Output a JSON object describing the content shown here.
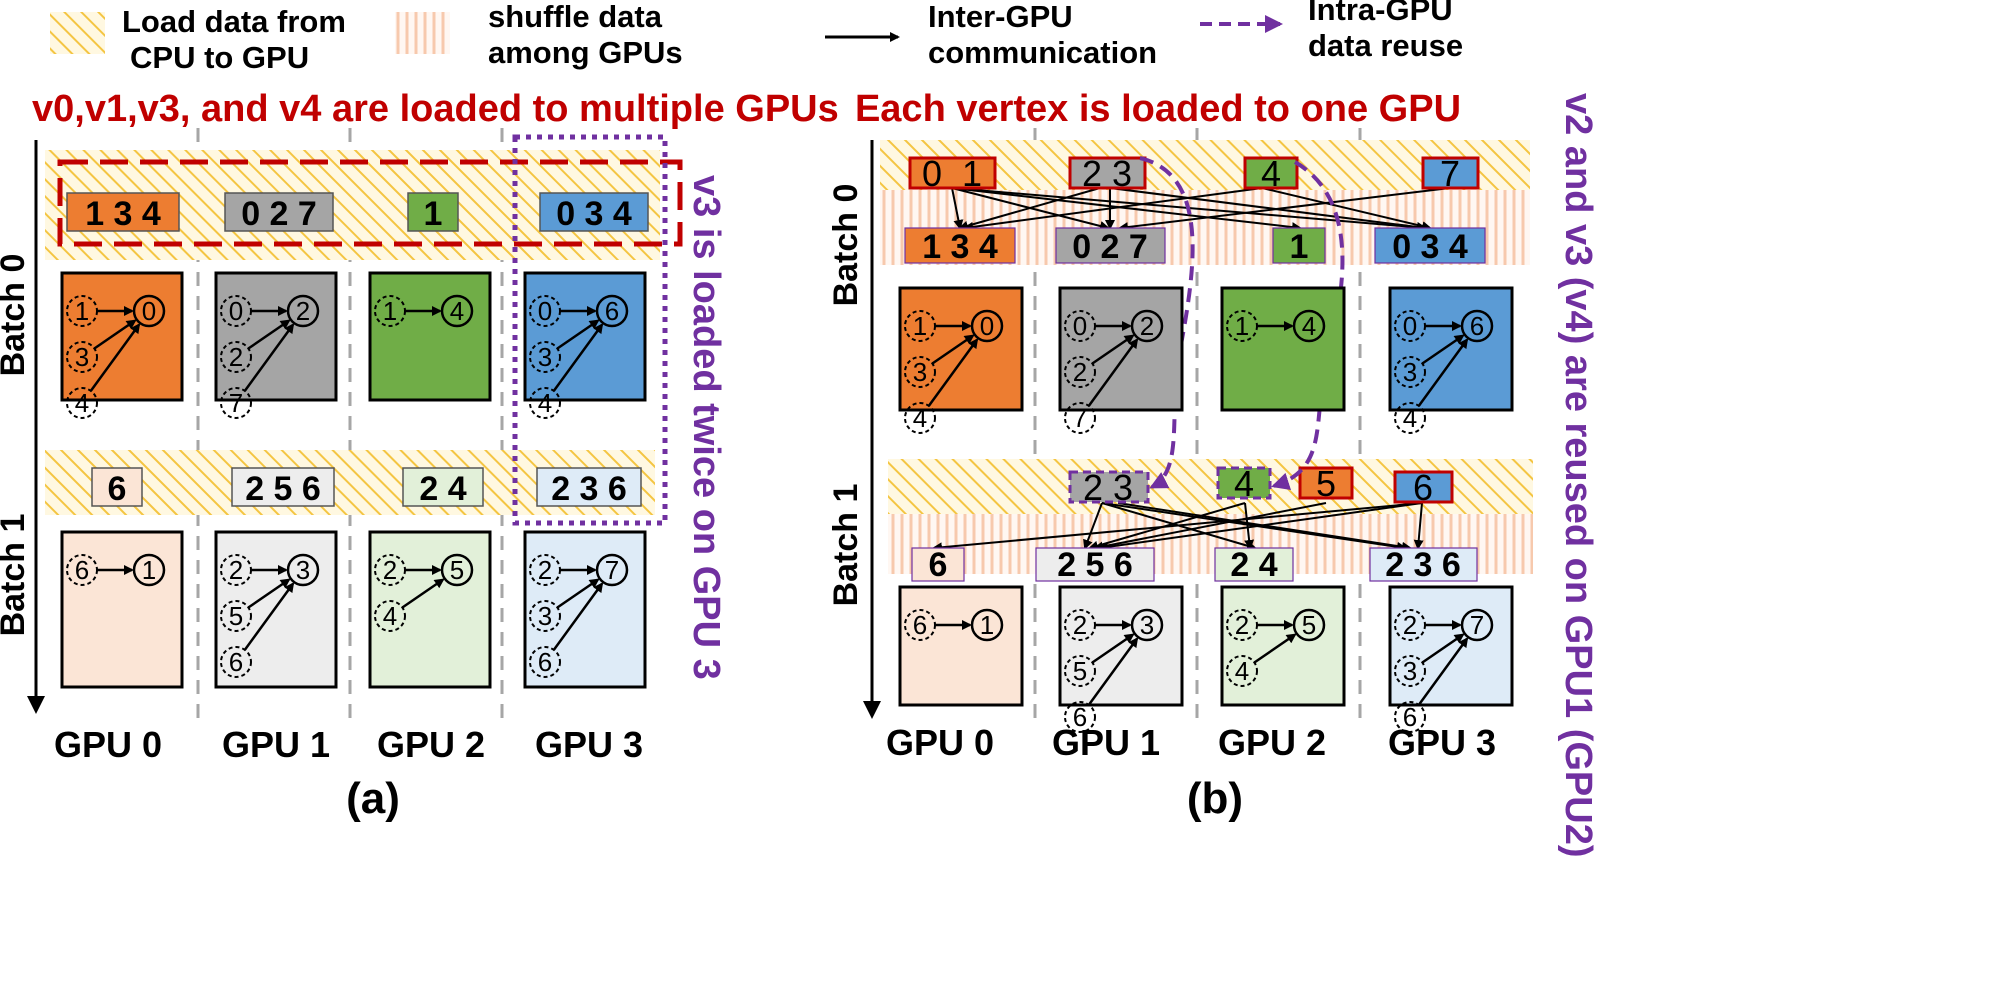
{
  "legend": {
    "load": "Load data from\nCPU to GPU",
    "shuffle": "shuffle data\namong GPUs",
    "inter_gpu": "Inter-GPU\ncommunication",
    "intra_gpu": "Intra-GPU\ndata reuse"
  },
  "panel_a": {
    "title": "v0,v1,v3, and v4 are loaded to multiple GPUs",
    "side_note": "v3 is loaded twice on GPU 3",
    "label": "(a)"
  },
  "panel_b": {
    "title": "Each vertex is loaded to one GPU",
    "side_note": "v2 and v3 (v4) are reused on GPU1 (GPU2)",
    "label": "(b)"
  },
  "batches": [
    "Batch 0",
    "Batch 1"
  ],
  "gpus": [
    "GPU 0",
    "GPU 1",
    "GPU 2",
    "GPU 3"
  ],
  "batch0_chips": [
    "1 3 4",
    "0 2 7",
    "1",
    "0 3 4"
  ],
  "batch1_chips": [
    "6",
    "2 5 6",
    "2 4",
    "2 3 6"
  ],
  "source_chips_batch0": [
    "0  1",
    "2 3",
    "4",
    "7"
  ],
  "source_chips_batch1": [
    "2 3",
    "4",
    "5",
    "6"
  ],
  "graphs_batch0": [
    {
      "target": "0",
      "sources": [
        "1",
        "3",
        "4"
      ]
    },
    {
      "target": "2",
      "sources": [
        "0",
        "2",
        "7"
      ]
    },
    {
      "target": "4",
      "sources": [
        "1"
      ]
    },
    {
      "target": "6",
      "sources": [
        "0",
        "3",
        "4"
      ]
    }
  ],
  "graphs_batch1": [
    {
      "target": "1",
      "sources": [
        "6"
      ]
    },
    {
      "target": "3",
      "sources": [
        "2",
        "5",
        "6"
      ]
    },
    {
      "target": "5",
      "sources": [
        "2",
        "4"
      ]
    },
    {
      "target": "7",
      "sources": [
        "2",
        "3",
        "6"
      ]
    }
  ],
  "colors": {
    "orange": "#ed7d31",
    "gray": "#a5a5a5",
    "green": "#70ad47",
    "blue": "#5b9bd5",
    "orange_light": "#fbe5d6",
    "gray_light": "#ededed",
    "green_light": "#e2f0d9",
    "blue_light": "#deebf7",
    "red": "#c00000",
    "purple": "#7030a0"
  }
}
